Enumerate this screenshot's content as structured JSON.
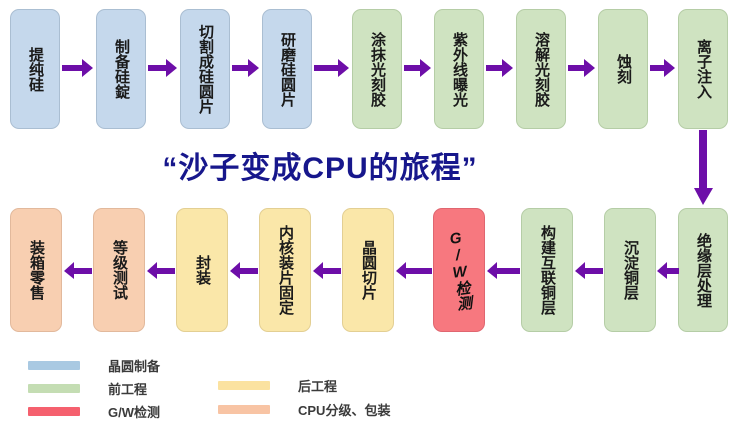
{
  "title": "“沙子变成CPU的旅程”",
  "title_color": "#17178c",
  "arrow_color": "#6d0ea8",
  "palette": {
    "wafer_prep_blue": "#c5d8ec",
    "front_end_green": "#cfe3c1",
    "gw_test_red": "#f7787f",
    "back_end_yellow": "#fae7a9",
    "packaging_peach": "#f8cfb1"
  },
  "row_top": [
    {
      "label": "提纯硅",
      "color": "blue"
    },
    {
      "label": "制备硅錠",
      "color": "blue"
    },
    {
      "label": "切割成硅圆片",
      "color": "blue"
    },
    {
      "label": "研磨硅圆片",
      "color": "blue"
    },
    {
      "label": "涂抹光刻胶",
      "color": "green"
    },
    {
      "label": "紫外线曝光",
      "color": "green"
    },
    {
      "label": "溶解光刻胶",
      "color": "green"
    },
    {
      "label": "蚀刻",
      "color": "green"
    },
    {
      "label": "离子注入",
      "color": "green"
    }
  ],
  "row_bottom": [
    {
      "label": "装箱零售",
      "color": "peach"
    },
    {
      "label": "等级测试",
      "color": "peach"
    },
    {
      "label": "封装",
      "color": "yellow"
    },
    {
      "label": "内核装片固定",
      "color": "yellow"
    },
    {
      "label": "晶圆切片",
      "color": "yellow"
    },
    {
      "label": "G/W检测",
      "color": "red"
    },
    {
      "label": "构建互联铜层",
      "color": "green"
    },
    {
      "label": "沉淀铜层",
      "color": "green"
    },
    {
      "label": "绝缘层处理",
      "color": "green"
    }
  ],
  "legend": {
    "left_column": [
      {
        "label": "晶圆制备",
        "color": "blue"
      },
      {
        "label": "前工程",
        "color": "green"
      },
      {
        "label": "G/W检测",
        "color": "red"
      }
    ],
    "right_column": [
      {
        "label": "后工程",
        "color": "yellow"
      },
      {
        "label": "CPU分级、包装",
        "color": "peach"
      }
    ]
  }
}
